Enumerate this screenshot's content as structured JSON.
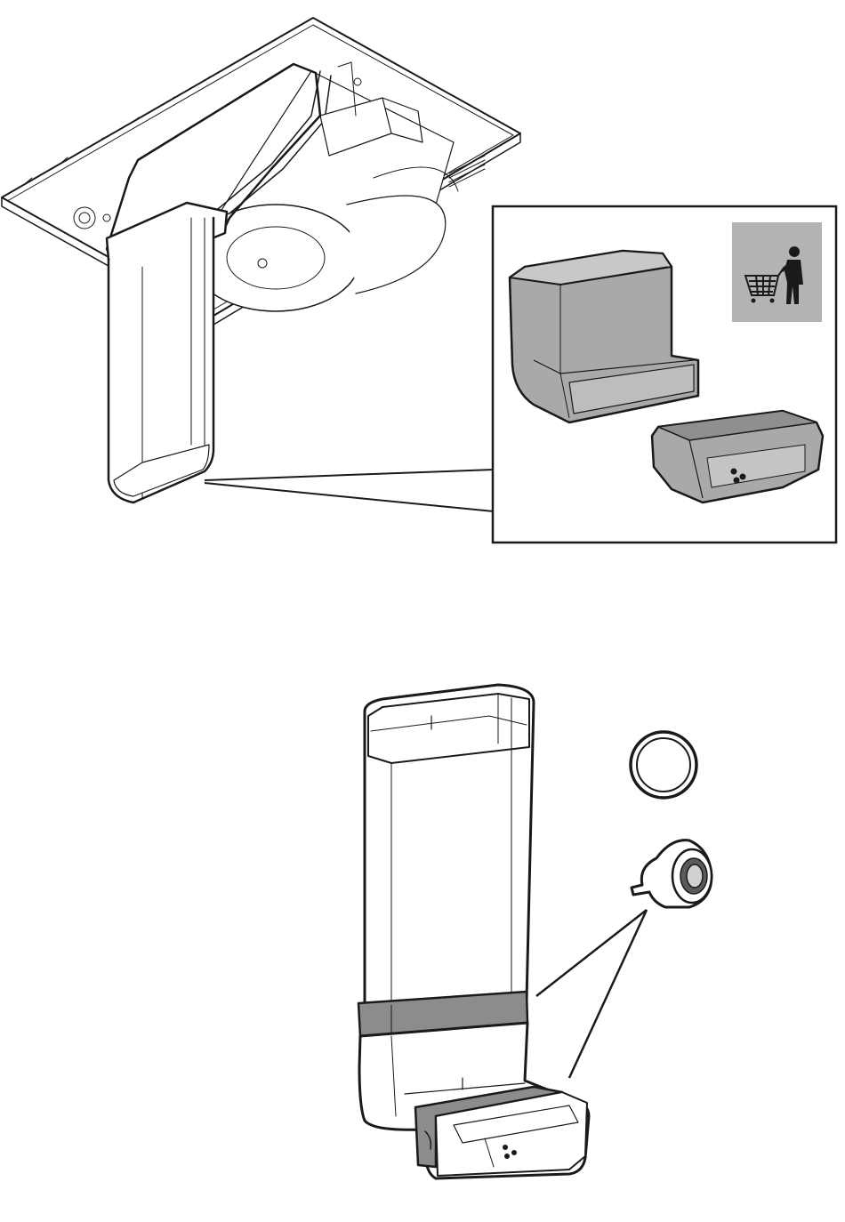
{
  "figure": {
    "colors": {
      "line": "#1a1a1a",
      "fill_light": "#ffffff",
      "fill_gray": "#a9a9a9",
      "fill_mid_gray": "#8a8a8a",
      "panel_gray": "#b3b3b3",
      "tape_gray": "#8c8c8c"
    },
    "top_illustration": {
      "subject": "cooktop-underside-with-vertical-duct",
      "callout": {
        "items": [
          "duct-elbow-piece",
          "flat-duct-connector-piece"
        ],
        "badge_icon": "shopping-cart-person-icon"
      }
    },
    "bottom_illustration": {
      "subject": "assembled-duct-with-elbow",
      "accessories": [
        "sealing-ring-icon",
        "adhesive-tape-roll-icon"
      ],
      "tape_bands": 2
    }
  }
}
